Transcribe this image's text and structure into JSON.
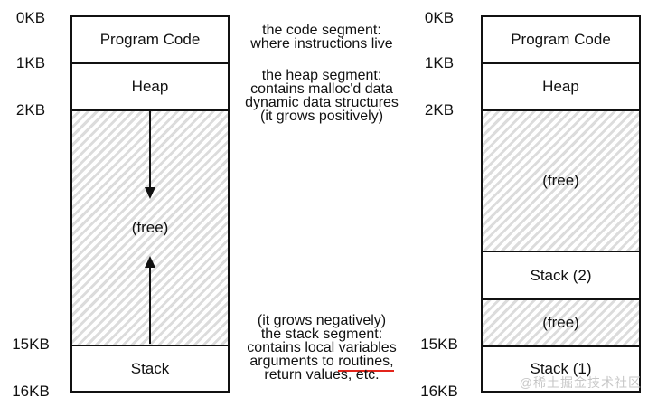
{
  "left_diagram": {
    "addresses": [
      "0KB",
      "1KB",
      "2KB",
      "15KB",
      "16KB"
    ],
    "segments": {
      "code": "Program Code",
      "heap": "Heap",
      "free": "(free)",
      "stack": "Stack"
    }
  },
  "right_diagram": {
    "addresses": [
      "0KB",
      "1KB",
      "2KB",
      "15KB",
      "16KB"
    ],
    "segments": {
      "code": "Program Code",
      "heap": "Heap",
      "free_top": "(free)",
      "stack2": "Stack (2)",
      "free_mid": "(free)",
      "stack1": "Stack (1)"
    }
  },
  "annotations": {
    "code": {
      "lines": [
        "the code segment:",
        "where instructions live"
      ]
    },
    "heap": {
      "lines": [
        "the heap segment:",
        "contains malloc'd data",
        "dynamic data structures",
        "(it grows positively)"
      ]
    },
    "stack": {
      "line1": "(it grows negatively)",
      "line2": "the stack segment:",
      "line3": "contains local variables",
      "line4_prefix": "arguments to ",
      "line4_underlined": "routines,",
      "line5": "return values, etc."
    }
  },
  "watermark": "@稀土掘金技术社区",
  "colors": {
    "underline_red": "#e3241b",
    "hatch_gray": "#dcdcdc",
    "border_black": "#111111",
    "watermark_gray": "#c7c7c7"
  }
}
